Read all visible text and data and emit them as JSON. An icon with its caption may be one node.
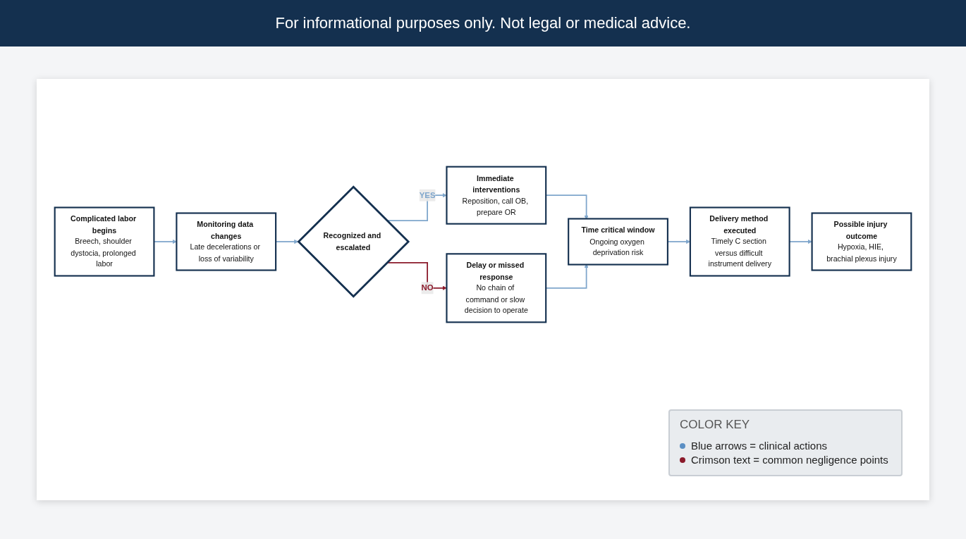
{
  "diagram": {
    "nodes": [
      {
        "text": [
          "Complicated labor begins",
          "Breech, shoulder dystocia, prolonged labor"
        ]
      },
      {
        "text": [
          "Monitoring data changes",
          "Late decelerations or loss of variability"
        ]
      },
      {
        "text": [
          "Recognized and escalated"
        ]
      },
      {
        "text": [
          "Immediate interventions",
          "Reposition, call OB, prepare OR"
        ]
      },
      {
        "text": [
          "Delay or missed response",
          "No chain of command or slow decision to operate"
        ]
      },
      {
        "text": [
          "Time critical window",
          "Ongoing oxygen deprivation risk"
        ]
      },
      {
        "text": [
          "Delivery method executed",
          "Timely C section versus difficult instrument delivery"
        ]
      },
      {
        "text": [
          "Possible injury outcome",
          "Hypoxia, HIE, brachial plexus injury"
        ]
      }
    ],
    "edges": [
      {
        "from": 0,
        "to": 1,
        "arrow": "to"
      },
      {
        "from": 1,
        "to": 2,
        "arrow": "to"
      },
      {
        "from": 2,
        "to": 3,
        "arrow": "to",
        "label": "YES"
      },
      {
        "from": 2,
        "to": 4,
        "arrow": "to",
        "label": "NO",
        "color": "#8b1a2b"
      },
      {
        "from": 3,
        "to": 5,
        "arrow": "to"
      },
      {
        "from": 4,
        "to": 5,
        "arrow": "to"
      },
      {
        "from": 5,
        "to": 6,
        "arrow": "to"
      },
      {
        "from": 6,
        "to": 7,
        "arrow": "to"
      }
    ],
    "labels": [
      "For informational purposes only. Not legal or medical advice.",
      "COLOR KEY"
    ],
    "legend": [
      {
        "text": "Blue arrows = clinical actions",
        "color": "#5b8fc4"
      },
      {
        "text": "Crimson text = common negligence points",
        "color": "#8b1a2b"
      }
    ]
  }
}
